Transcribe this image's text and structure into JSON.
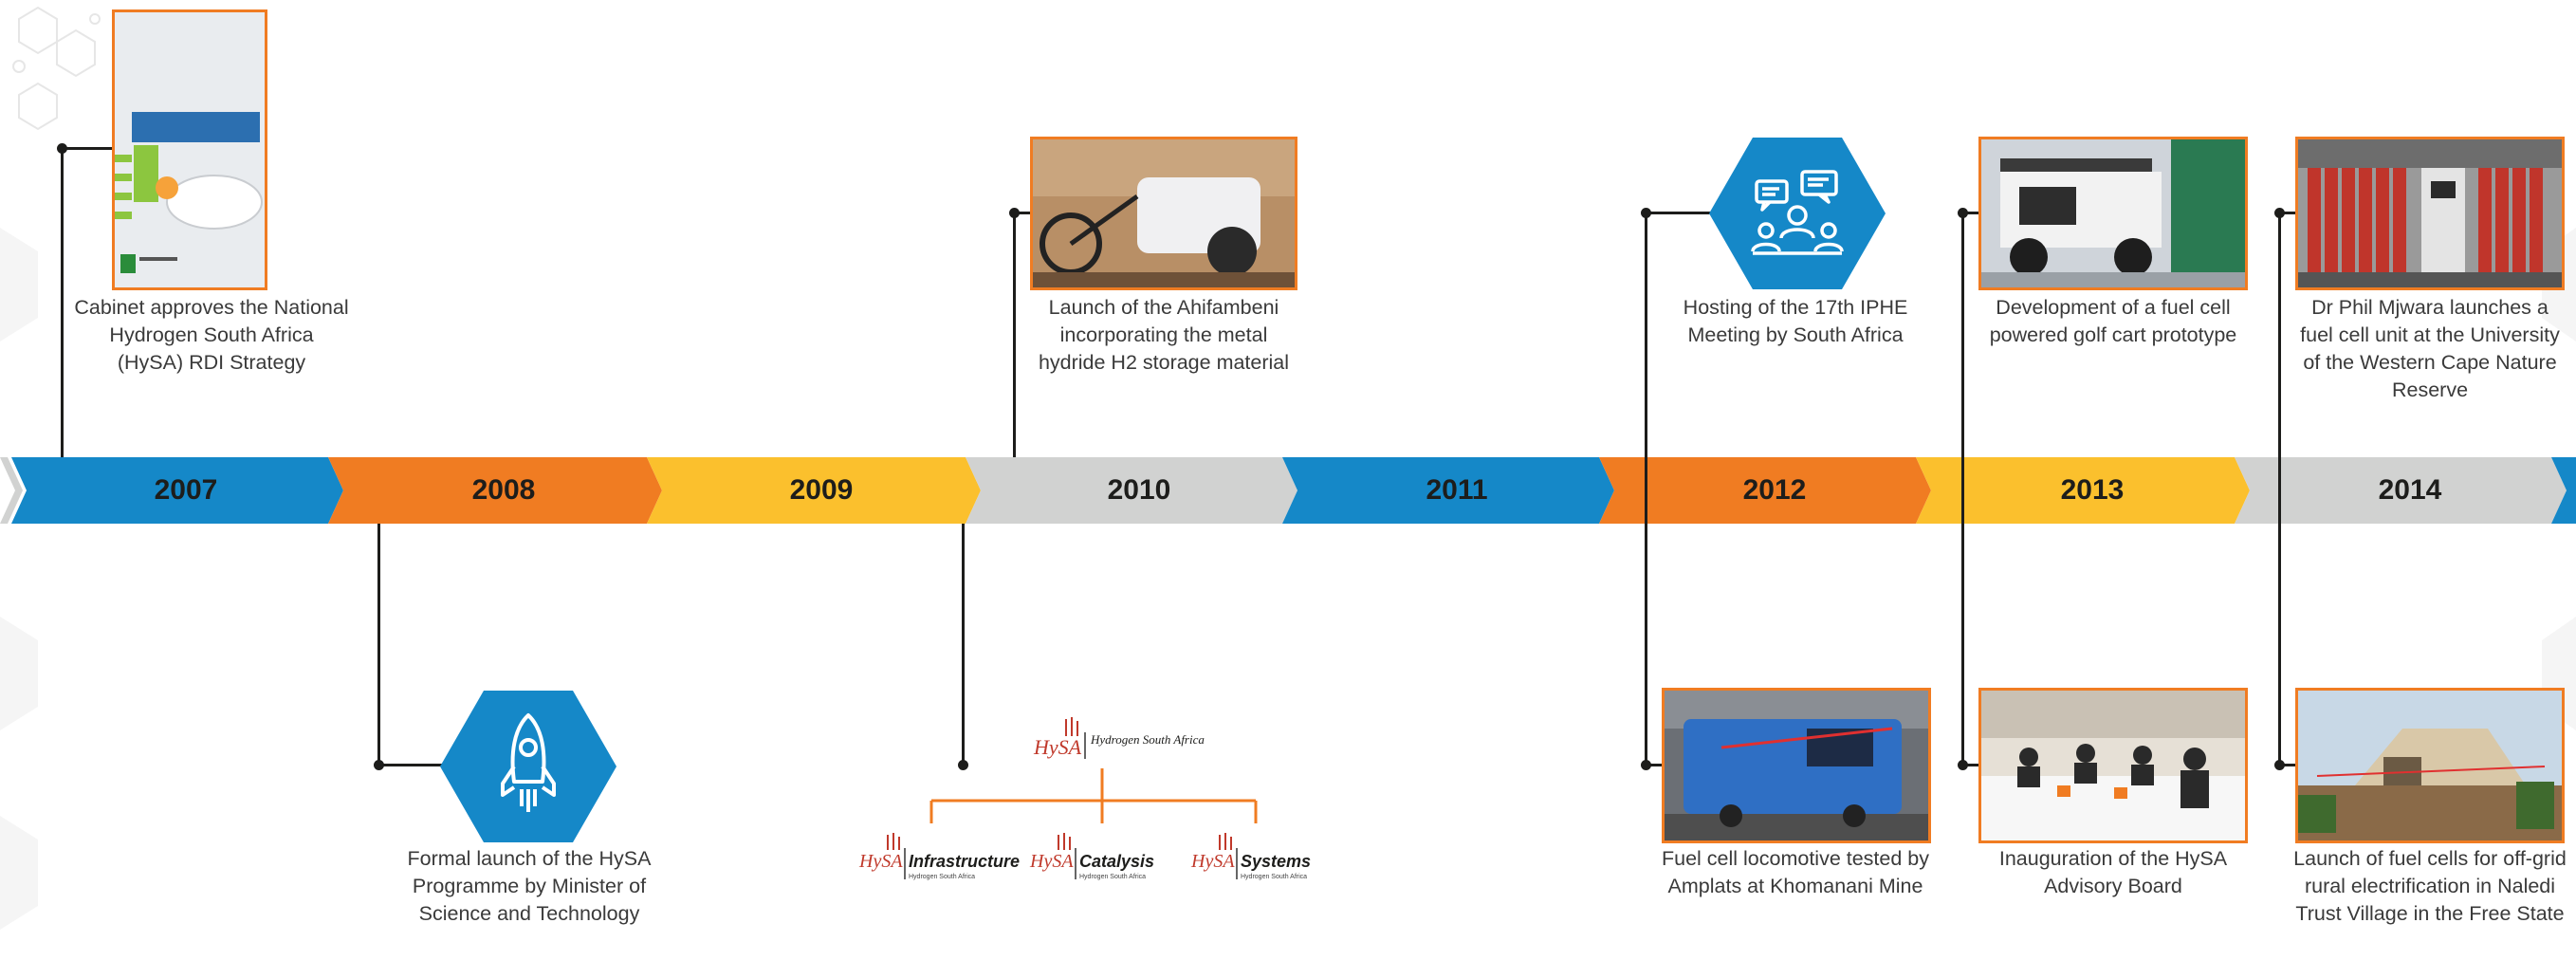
{
  "timeline": {
    "years": [
      "2007",
      "2008",
      "2009",
      "2010",
      "2011",
      "2012",
      "2013",
      "2014"
    ],
    "colors": {
      "blue": "#1588c8",
      "orange": "#f07c22",
      "yellow": "#fbc02d",
      "grey": "#d1d2d1",
      "photo_border": "#f07c22",
      "line": "#1d1d1b"
    }
  },
  "events": {
    "e2007": {
      "caption": "Cabinet approves the National Hydrogen South Africa (HySA) RDI Strategy",
      "image": "hydrogen-strategy-document-cover"
    },
    "e2008": {
      "caption": "Formal launch of the HySA Programme by Minister of Science and Technology",
      "icon": "rocket-icon"
    },
    "e2009": {
      "image": "hysa-logo-hierarchy"
    },
    "e2010": {
      "caption": "Launch of the Ahifambeni incorporating the metal hydride H2 storage material",
      "image": "ahifambeni-vehicle-photo"
    },
    "e2012_top": {
      "caption": "Hosting of the 17th IPHE Meeting by South Africa",
      "icon": "meeting-icon"
    },
    "e2012_bottom": {
      "caption": "Fuel cell locomotive tested by Amplats at Khomanani Mine",
      "image": "locomotive-photo"
    },
    "e2013_top": {
      "caption": "Development of a fuel cell powered golf cart prototype",
      "image": "golf-cart-photo"
    },
    "e2013_bottom": {
      "caption": "Inauguration of the HySA Advisory Board",
      "image": "advisory-board-photo"
    },
    "e2014_top": {
      "caption": "Dr Phil Mjwara launches a fuel cell unit at the University of the Western Cape Nature Reserve",
      "image": "fuel-cell-unit-photo"
    },
    "e2014_bottom": {
      "caption": "Launch of fuel cells for off-grid rural electrification in Naledi Trust Village in the Free State",
      "image": "rural-electrification-photo"
    }
  },
  "logo": {
    "main_brand": "HySA",
    "main_sub": "Hydrogen South Africa",
    "children": [
      {
        "brand": "HySA",
        "name": "Infrastructure",
        "sub": "Hydrogen South Africa"
      },
      {
        "brand": "HySA",
        "name": "Catalysis",
        "sub": "Hydrogen South Africa"
      },
      {
        "brand": "HySA",
        "name": "Systems",
        "sub": "Hydrogen South Africa"
      }
    ]
  }
}
